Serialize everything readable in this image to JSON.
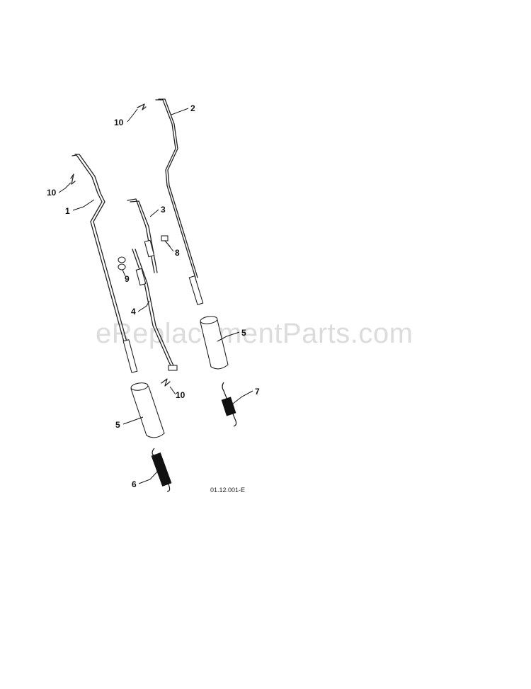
{
  "watermark": "eReplacementParts.com",
  "drawing_code": "01.12.001-E",
  "callouts": {
    "clip_top": "10",
    "rod_2": "2",
    "clip_left": "10",
    "rod_1": "1",
    "rod_3": "3",
    "bolt_8": "8",
    "nut_9": "9",
    "rod_4": "4",
    "grip_right": "5",
    "clip_bottom": "10",
    "spring_7": "7",
    "grip_left": "5",
    "spring_6": "6"
  }
}
